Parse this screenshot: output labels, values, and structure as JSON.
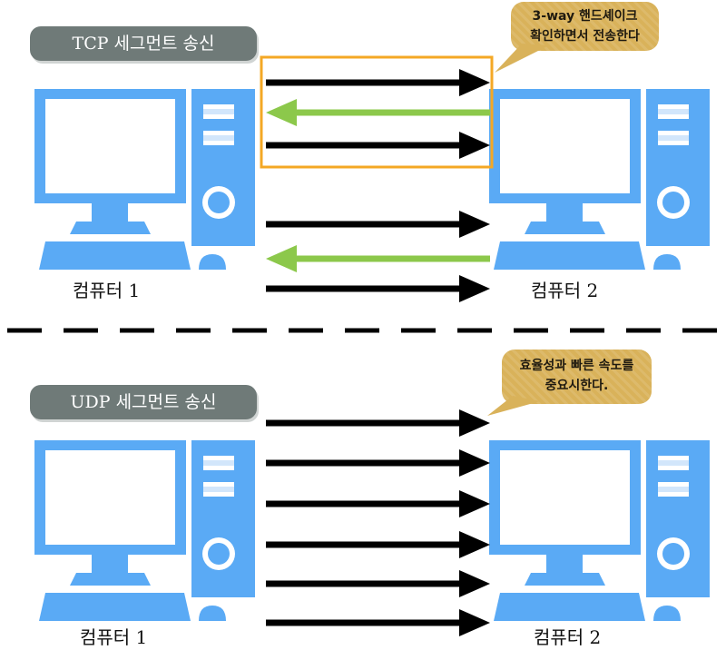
{
  "tcp": {
    "title": "TCP 세그먼트 송신",
    "note_lines": [
      "3-way 핸드셰이크",
      "확인하면서 전송한다"
    ],
    "computer_left": "컴퓨터 1",
    "computer_right": "컴퓨터 2",
    "arrows": [
      "right",
      "left",
      "right",
      "right",
      "left",
      "right"
    ],
    "handshake_highlight_color": "#f4a825"
  },
  "udp": {
    "title": "UDP 세그먼트 송신",
    "note_lines": [
      "효율성과 빠른 속도를",
      "중요시한다."
    ],
    "computer_left": "컴퓨터 1",
    "computer_right": "컴퓨터 2",
    "arrows": [
      "right",
      "right",
      "right",
      "right",
      "right",
      "right"
    ]
  },
  "colors": {
    "computer": "#5aaaf5",
    "arrow_send": "#000000",
    "arrow_ack": "#8cc84b",
    "label_pill": "#6f7a78",
    "note_bubble": "#d9b25a"
  },
  "icons": [
    "desktop-computer-icon",
    "arrow-right-icon",
    "arrow-left-icon"
  ]
}
